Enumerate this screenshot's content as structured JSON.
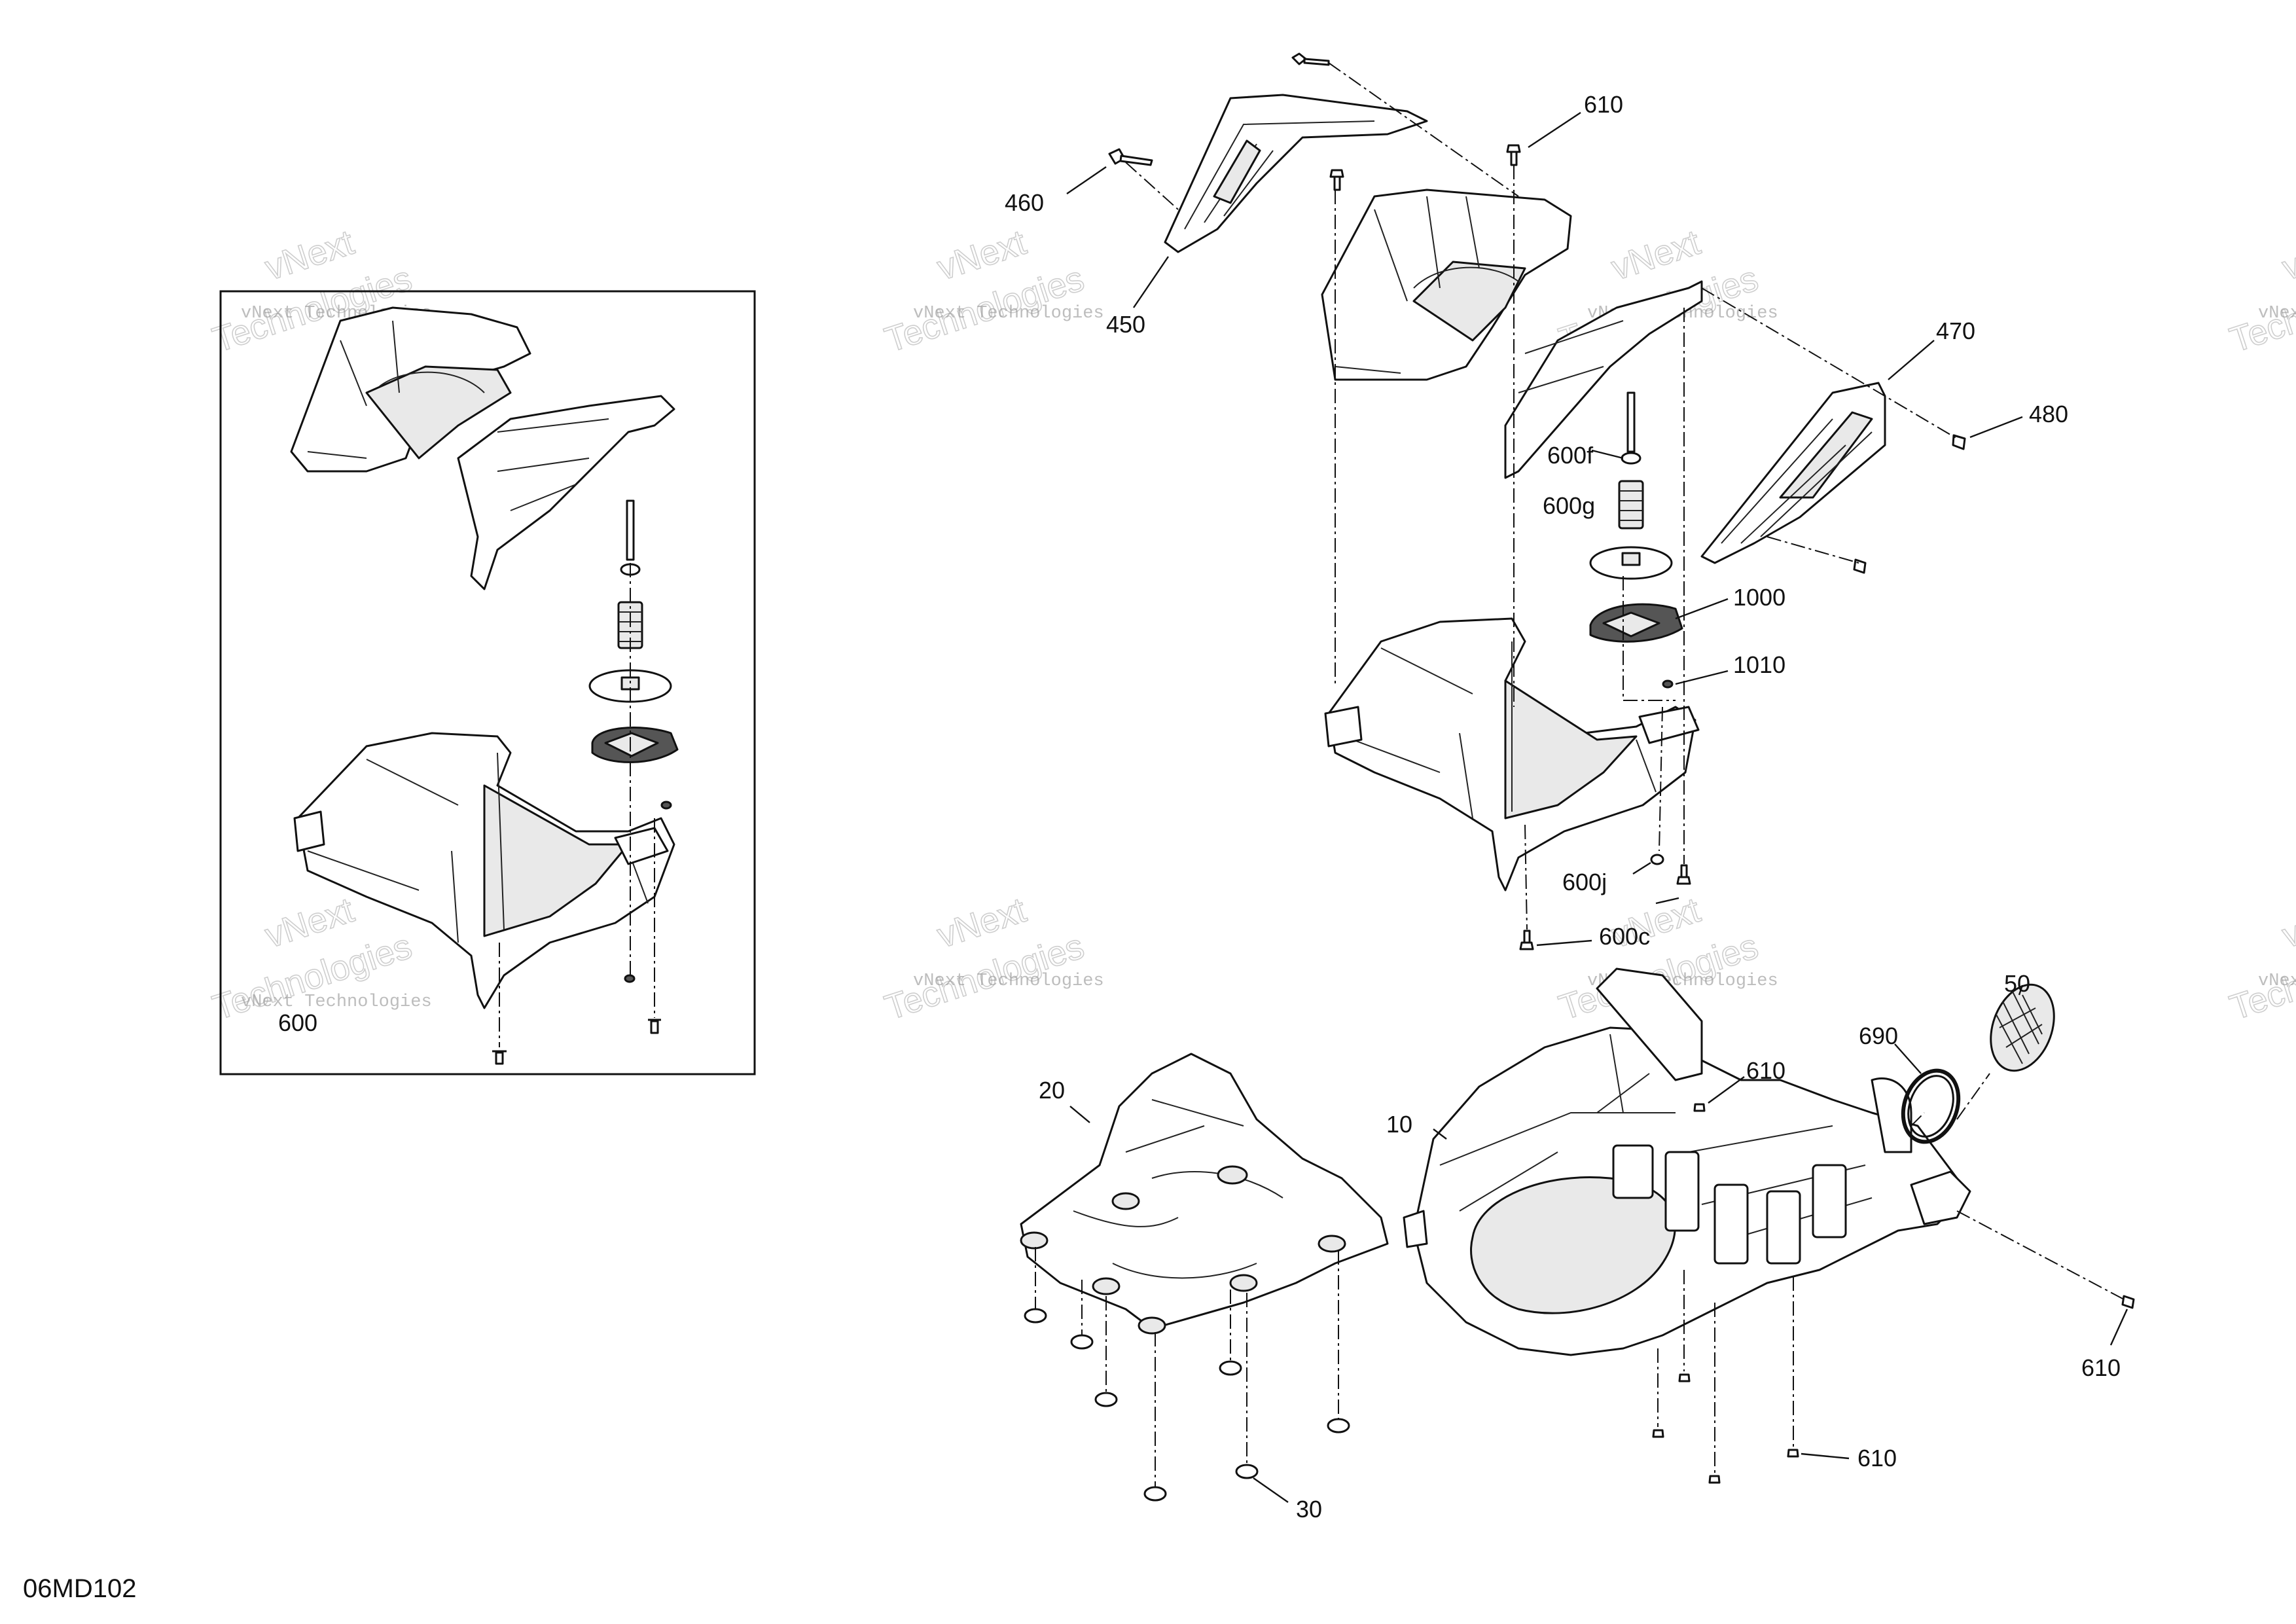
{
  "diagram_code": "06MD102",
  "kit_label": "600",
  "watermark": {
    "line1": "vNext Technologies",
    "line2a": "vNext",
    "line2b": "Technologies"
  },
  "callouts": {
    "c450": "450",
    "c460": "460",
    "c610_top": "610",
    "c470": "470",
    "c480": "480",
    "c600f": "600f",
    "c600g": "600g",
    "c1000": "1000",
    "c1010": "1010",
    "c600j": "600j",
    "c600c": "600c",
    "c20": "20",
    "c10": "10",
    "c610_mid": "610",
    "c690": "690",
    "c50": "50",
    "c610_right": "610",
    "c610_bottom": "610",
    "c30": "30"
  }
}
